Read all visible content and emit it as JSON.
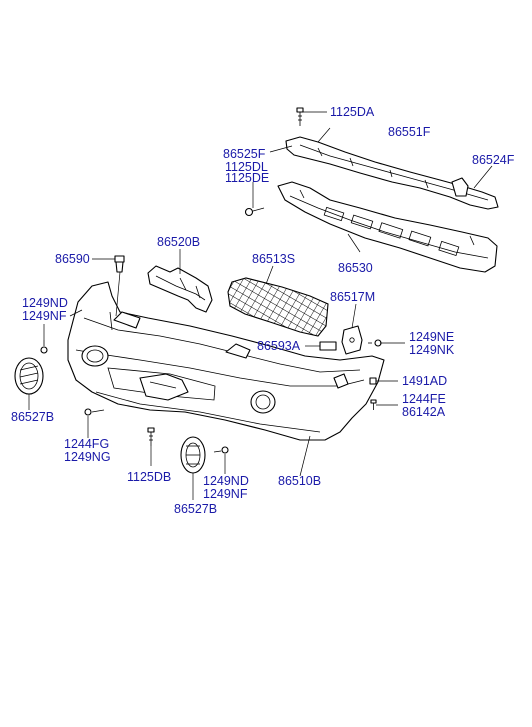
{
  "colors": {
    "label_text": "#1a1aa8",
    "line": "#000000",
    "background": "#ffffff"
  },
  "labels": {
    "p1125DA": "1125DA",
    "p86551F": "86551F",
    "p86525F": "86525F",
    "p1125DL": "1125DL",
    "p1125DE": "1125DE",
    "p86524F": "86524F",
    "p86530": "86530",
    "p86520B": "86520B",
    "p86590": "86590",
    "p86513S": "86513S",
    "p1249ND_a": "1249ND",
    "p1249NF_a": "1249NF",
    "p86517M": "86517M",
    "p1249NE": "1249NE",
    "p1249NK": "1249NK",
    "p86593A": "86593A",
    "p1491AD": "1491AD",
    "p1244FE": "1244FE",
    "p86142A": "86142A",
    "p86527B_a": "86527B",
    "p1244FG": "1244FG",
    "p1249NG": "1249NG",
    "p1125DB": "1125DB",
    "p1249ND_b": "1249ND",
    "p1249NF_b": "1249NF",
    "p86527B_b": "86527B",
    "p86510B": "86510B"
  }
}
